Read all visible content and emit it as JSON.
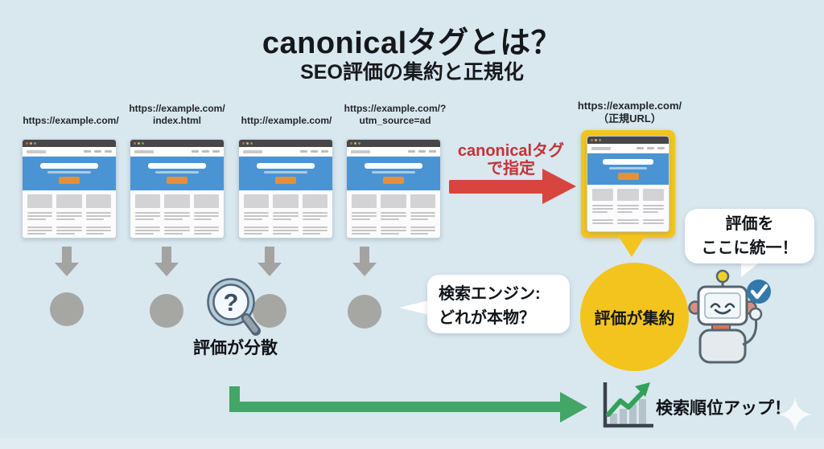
{
  "colors": {
    "background": "#d9e7ef",
    "accent_red": "#d8453e",
    "accent_yellow": "#f3c41d",
    "accent_green": "#43a566",
    "accent_blue": "#4b94d4",
    "gray": "#a6a6a3"
  },
  "header": {
    "title": "canonicalタグとは？",
    "subtitle": "SEO評価の集約と正規化"
  },
  "duplicate_pages": {
    "urls": [
      "https://example.com/",
      "https://example.com/\nindex.html",
      "http://example.com/",
      "https://example.com/?\nutm_source=ad"
    ]
  },
  "canonical_page": {
    "url": "https://example.com/\n（正規URL）"
  },
  "canonical_arrow": {
    "label": "canonicalタグ\nで指定"
  },
  "dispersed": {
    "label": "評価が分散"
  },
  "search_engine_bubble": {
    "text": "検索エンジン:\nどれが本物？"
  },
  "aggregated": {
    "label": "評価が集約"
  },
  "robot_bubble": {
    "text": "評価を\nここに統一！"
  },
  "ranking": {
    "label": "検索順位アップ！"
  },
  "icons": {
    "magnifier_question": "?"
  }
}
